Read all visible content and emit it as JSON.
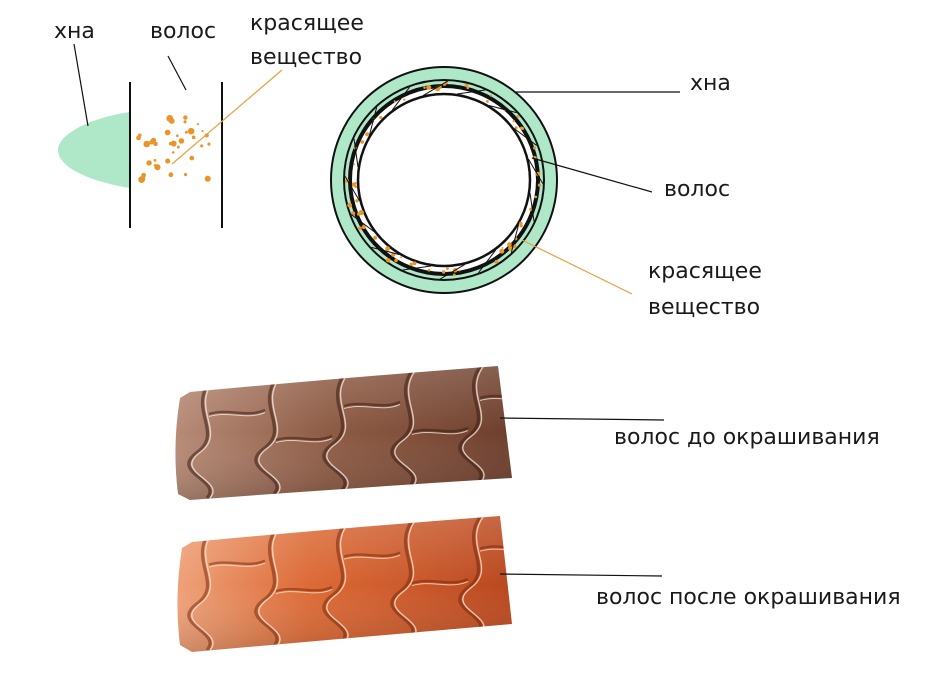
{
  "labels": {
    "side_henna": "хна",
    "side_hair": "волос",
    "side_dye_line1": "красящее",
    "side_dye_line2": "вещество",
    "ring_henna": "хна",
    "ring_hair": "волос",
    "ring_dye_line1": "красящее",
    "ring_dye_line2": "вещество",
    "hair_before": "волос до окрашивания",
    "hair_after": "волос после окрашивания"
  },
  "colors": {
    "henna": "#aee8c8",
    "dye": "#e8952a",
    "leader_dye": "#e8a040",
    "outline": "#111111",
    "hair_before": "#8a5a44",
    "hair_after": "#d0582a"
  }
}
